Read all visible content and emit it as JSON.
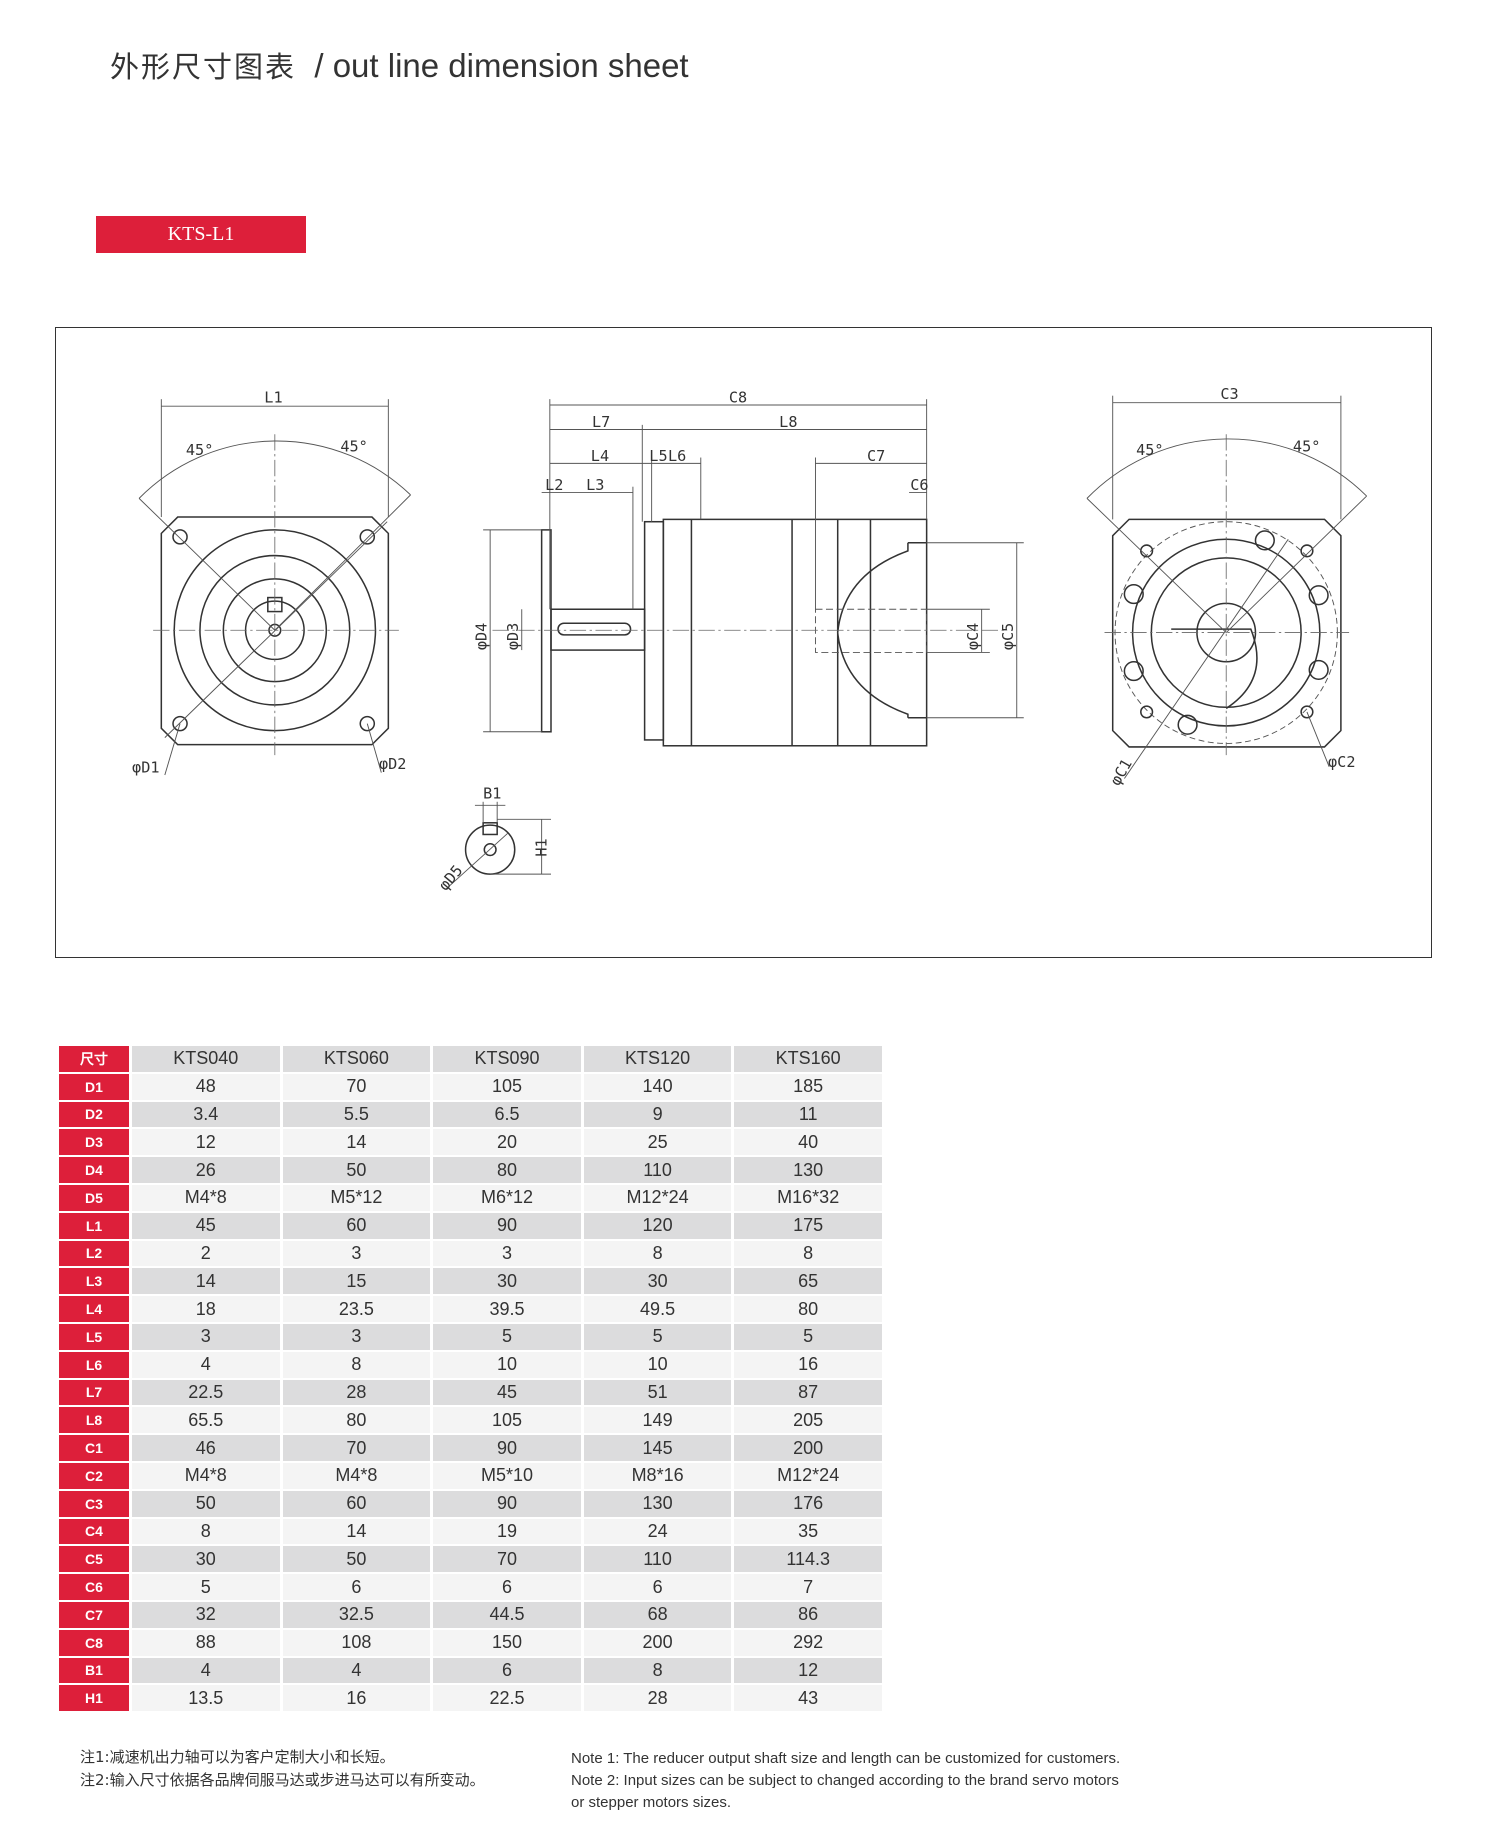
{
  "header": {
    "title_cn": "外形尺寸图表",
    "title_sep": "/",
    "title_en": "out line dimension sheet"
  },
  "model_badge": "KTS-L1",
  "drawing_labels": {
    "L1": "L1",
    "L2": "L2",
    "L3": "L3",
    "L4": "L4",
    "L5": "L5",
    "L6": "L6",
    "L7": "L7",
    "L8": "L8",
    "C1": "φC1",
    "C2": "φC2",
    "C3": "C3",
    "C4": "φC4",
    "C5": "φC5",
    "C6": "C6",
    "C7": "C7",
    "C8": "C8",
    "D1": "φD1",
    "D2": "φD2",
    "D3": "φD3",
    "D4": "φD4",
    "D5": "φD5",
    "B1": "B1",
    "H1": "H1",
    "angle": "45°"
  },
  "table": {
    "corner": "尺寸",
    "models": [
      "KTS040",
      "KTS060",
      "KTS090",
      "KTS120",
      "KTS160"
    ],
    "rows": [
      {
        "label": "D1",
        "values": [
          "48",
          "70",
          "105",
          "140",
          "185"
        ]
      },
      {
        "label": "D2",
        "values": [
          "3.4",
          "5.5",
          "6.5",
          "9",
          "11"
        ]
      },
      {
        "label": "D3",
        "values": [
          "12",
          "14",
          "20",
          "25",
          "40"
        ]
      },
      {
        "label": "D4",
        "values": [
          "26",
          "50",
          "80",
          "110",
          "130"
        ]
      },
      {
        "label": "D5",
        "values": [
          "M4*8",
          "M5*12",
          "M6*12",
          "M12*24",
          "M16*32"
        ]
      },
      {
        "label": "L1",
        "values": [
          "45",
          "60",
          "90",
          "120",
          "175"
        ]
      },
      {
        "label": "L2",
        "values": [
          "2",
          "3",
          "3",
          "8",
          "8"
        ]
      },
      {
        "label": "L3",
        "values": [
          "14",
          "15",
          "30",
          "30",
          "65"
        ]
      },
      {
        "label": "L4",
        "values": [
          "18",
          "23.5",
          "39.5",
          "49.5",
          "80"
        ]
      },
      {
        "label": "L5",
        "values": [
          "3",
          "3",
          "5",
          "5",
          "5"
        ]
      },
      {
        "label": "L6",
        "values": [
          "4",
          "8",
          "10",
          "10",
          "16"
        ]
      },
      {
        "label": "L7",
        "values": [
          "22.5",
          "28",
          "45",
          "51",
          "87"
        ]
      },
      {
        "label": "L8",
        "values": [
          "65.5",
          "80",
          "105",
          "149",
          "205"
        ]
      },
      {
        "label": "C1",
        "values": [
          "46",
          "70",
          "90",
          "145",
          "200"
        ]
      },
      {
        "label": "C2",
        "values": [
          "M4*8",
          "M4*8",
          "M5*10",
          "M8*16",
          "M12*24"
        ]
      },
      {
        "label": "C3",
        "values": [
          "50",
          "60",
          "90",
          "130",
          "176"
        ]
      },
      {
        "label": "C4",
        "values": [
          "8",
          "14",
          "19",
          "24",
          "35"
        ]
      },
      {
        "label": "C5",
        "values": [
          "30",
          "50",
          "70",
          "110",
          "114.3"
        ]
      },
      {
        "label": "C6",
        "values": [
          "5",
          "6",
          "6",
          "6",
          "7"
        ]
      },
      {
        "label": "C7",
        "values": [
          "32",
          "32.5",
          "44.5",
          "68",
          "86"
        ]
      },
      {
        "label": "C8",
        "values": [
          "88",
          "108",
          "150",
          "200",
          "292"
        ]
      },
      {
        "label": "B1",
        "values": [
          "4",
          "4",
          "6",
          "8",
          "12"
        ]
      },
      {
        "label": "H1",
        "values": [
          "13.5",
          "16",
          "22.5",
          "28",
          "43"
        ]
      }
    ]
  },
  "notes_cn": [
    "注1:减速机出力轴可以为客户定制大小和长短。",
    "注2:输入尺寸依据各品牌伺服马达或步进马达可以有所变动。"
  ],
  "notes_en": [
    "Note 1: The reducer output shaft size and length can be customized for customers.",
    "Note 2: Input sizes can be subject to changed according to the brand servo motors",
    "or stepper motors sizes."
  ],
  "colors": {
    "accent": "#dd1f3a"
  }
}
